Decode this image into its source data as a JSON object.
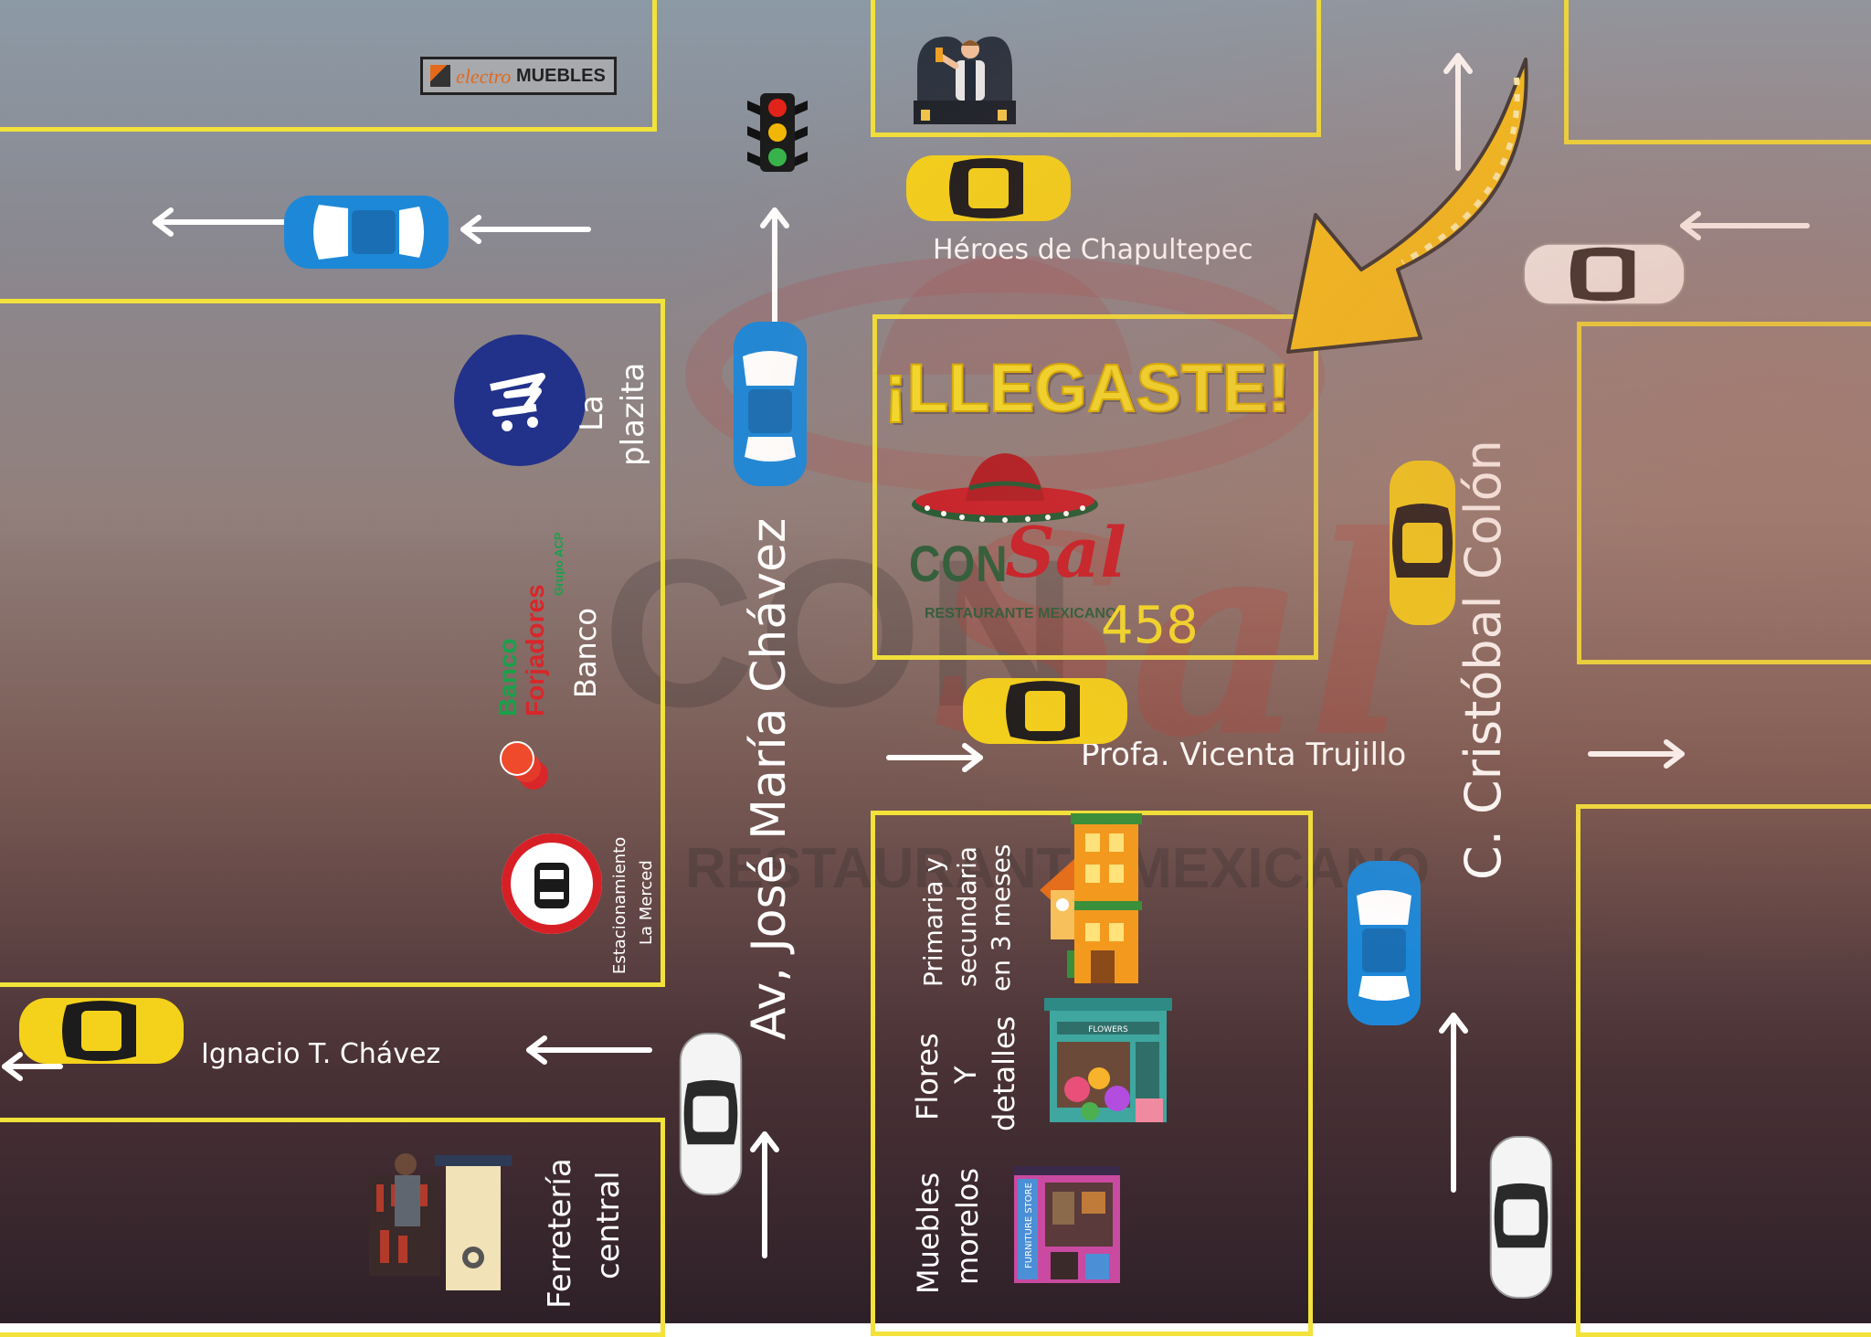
{
  "brand": {
    "headline": "¡LLEGASTE!",
    "logo_con": "CON",
    "logo_sal": "Sal",
    "logo_sub": "RESTAURANTE MEXICANO",
    "address_number": "458",
    "watermark_con": "CON",
    "watermark_sub": "RESTAURANTE MEXICANO"
  },
  "streets": {
    "main_avenue": "Av, José María Chávez",
    "colon": "C. Cristóbal Colón",
    "heroes": "Héroes de Chapultepec",
    "vicenta": "Profa. Vicenta Trujillo",
    "ignacio": "Ignacio T. Chávez"
  },
  "places": {
    "electromuebles_a": "electro",
    "electromuebles_b": "MUEBLES",
    "plazita_1": "La",
    "plazita_2": "plazita",
    "bank_logo_1": "Banco",
    "bank_logo_2": "Forjadores",
    "bank_logo_3": "Grupo ACP",
    "bank_label": "Banco",
    "parking_1": "Estacionamiento",
    "parking_2": "La Merced",
    "school_1": "Primaria y",
    "school_2": "secundaria",
    "school_3": "en 3 meses",
    "flowers_1": "Flores",
    "flowers_2": "Y",
    "flowers_3": "detalles",
    "flowers_sign": "FLOWERS",
    "furniture_1": "Muebles",
    "furniture_2": "morelos",
    "furniture_sign": "FURNITURE STORE",
    "hardware_1": "Ferretería",
    "hardware_2": "central"
  },
  "colors": {
    "block_outline": "#f2e23a",
    "headline": "#f5de2a",
    "taxi_yellow": "#f4d21b",
    "car_blue": "#1e88d8",
    "car_white": "#f4f4f4",
    "pointer_arrow": "#f7c21a",
    "logo_green": "#2b5e3b",
    "logo_red": "#c8202a"
  },
  "icons": [
    "traffic-light-icon",
    "pointer-arrow-icon",
    "sombrero-icon",
    "shopping-cart-logo-icon",
    "no-parking-sign-icon",
    "bartender-icon",
    "school-building-icon",
    "flower-shop-icon",
    "furniture-store-icon",
    "hardware-tools-icon",
    "car-icon",
    "direction-arrow-icon"
  ]
}
